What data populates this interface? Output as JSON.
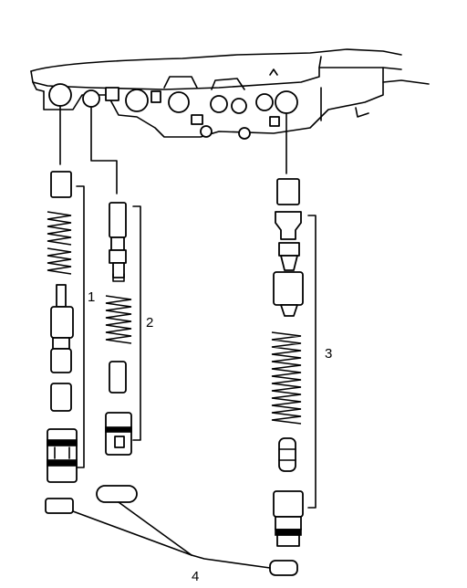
{
  "diagram": {
    "callouts": [
      {
        "id": "1",
        "text": "1"
      },
      {
        "id": "2",
        "text": "2"
      },
      {
        "id": "3",
        "text": "3"
      },
      {
        "id": "4",
        "text": "4"
      }
    ],
    "components": [
      "valve-body",
      "valve-train-1",
      "valve-train-2",
      "valve-train-3",
      "plugs-4"
    ]
  }
}
